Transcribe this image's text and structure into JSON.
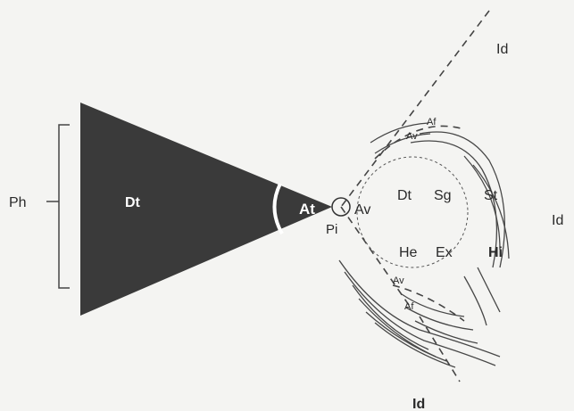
{
  "labels": {
    "ph": "Ph",
    "dt_triangle": "Dt",
    "at": "At",
    "pi": "Pi",
    "av": "Av",
    "dt_circle": "Dt",
    "sg": "Sg",
    "st": "St",
    "he": "He",
    "ex": "Ex",
    "hi": "Hi",
    "id_top": "Id",
    "id_right": "Id",
    "id_bottom": "Id",
    "af_top": "Af",
    "av_top": "Av",
    "av_bottom": "Av",
    "af_bottom": "Af"
  },
  "colors": {
    "triangle_fill": "#3a3a3a",
    "ink": "#2a2a2a",
    "background": "#f4f4f2"
  }
}
